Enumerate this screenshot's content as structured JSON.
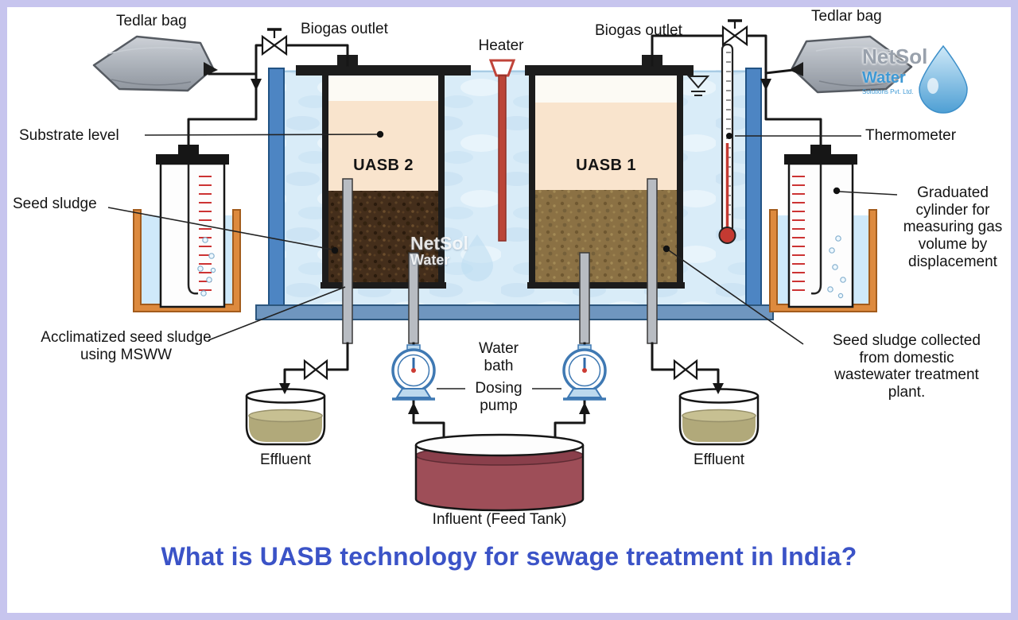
{
  "title": "What is UASB technology for sewage treatment in India?",
  "labels": {
    "tedlar_bag": "Tedlar bag",
    "biogas_outlet": "Biogas outlet",
    "heater": "Heater",
    "substrate_level": "Substrate level",
    "seed_sludge": "Seed sludge",
    "uasb2": "UASB 2",
    "uasb1": "UASB 1",
    "thermometer": "Thermometer",
    "graduated_cylinder": "Graduated cylinder for measuring gas volume by displacement",
    "acclimatized": "Acclimatized seed sludge using MSWW",
    "water_bath": "Water bath",
    "dosing_pump": "Dosing pump",
    "seed_sludge_collected": "Seed sludge collected from domestic wastewater treatment plant.",
    "effluent": "Effluent",
    "influent": "Influent (Feed Tank)"
  },
  "logo": {
    "name": "NetSol",
    "product": "Water",
    "tagline": "Solutions Pvt. Ltd."
  },
  "watermark": {
    "name": "NetSol",
    "product": "Water"
  },
  "colors": {
    "title_accent": "#3b53c7",
    "frame_border": "#c7c5ee",
    "bath_water": "#d9ecf8",
    "bath_wall_blue": "#4d85c3",
    "substrate_peach": "#f9e4cd",
    "sludge_uasb2_dark_brown": "#442e1b",
    "sludge_uasb1_olive_brown": "#8b7144",
    "heater_red": "#bb4538",
    "thermometer_red": "#c43a32",
    "container_orange": "#dd8a3e",
    "effluent_liquid": "#b1a97a",
    "influent_liquid": "#9e4e58",
    "pump_blue": "#3f79b3",
    "tedlar_grey": "#aab0b8"
  }
}
